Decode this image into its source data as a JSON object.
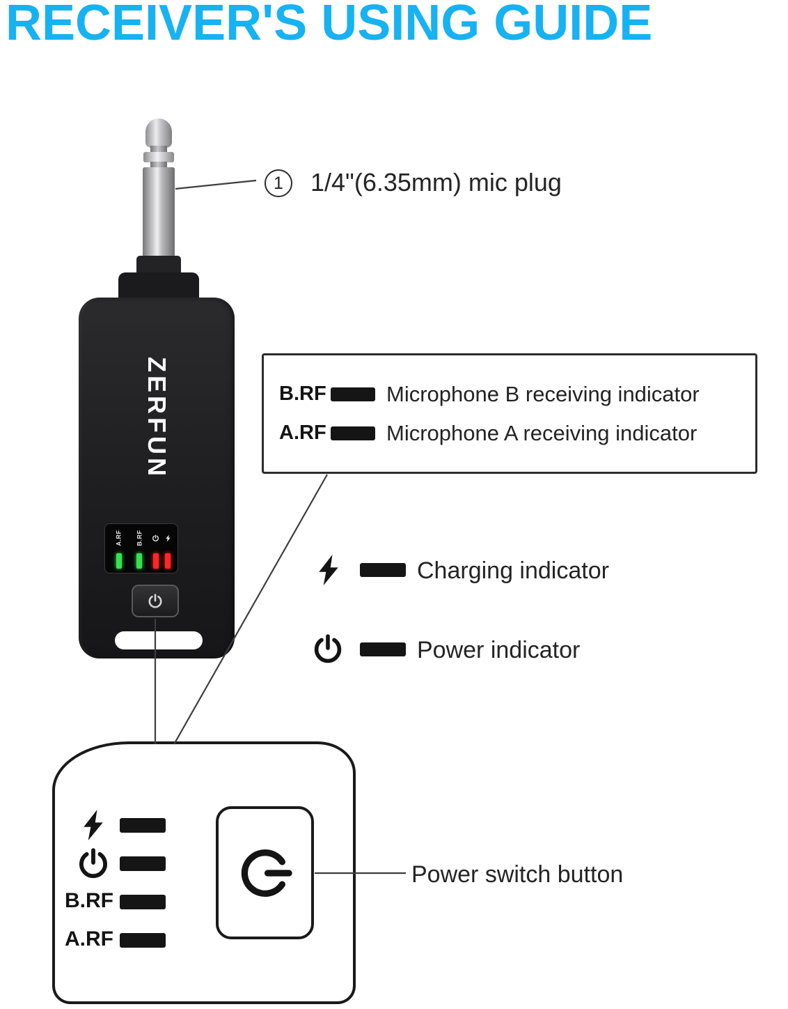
{
  "title": "RECEIVER'S USING GUIDE",
  "device": {
    "brand": "ZERFUN",
    "panel": {
      "label_arf": "A.RF",
      "label_brf": "B.RF"
    }
  },
  "callouts": {
    "mic_plug": {
      "number": "1",
      "label": "1/4\"(6.35mm) mic plug"
    },
    "receiving_box": {
      "rows": [
        {
          "abbr": "B.RF",
          "label": "Microphone B receiving indicator"
        },
        {
          "abbr": "A.RF",
          "label": "Microphone A receiving indicator"
        }
      ]
    },
    "charging": {
      "label": "Charging indicator"
    },
    "power": {
      "label": "Power indicator"
    },
    "power_switch": {
      "label": "Power switch button"
    }
  },
  "zoom_panel": {
    "label_brf": "B.RF",
    "label_arf": "A.RF"
  },
  "colors": {
    "title": "#17b2f1",
    "text": "#242424",
    "led_green": "#35e14f",
    "led_red": "#ff2626"
  }
}
